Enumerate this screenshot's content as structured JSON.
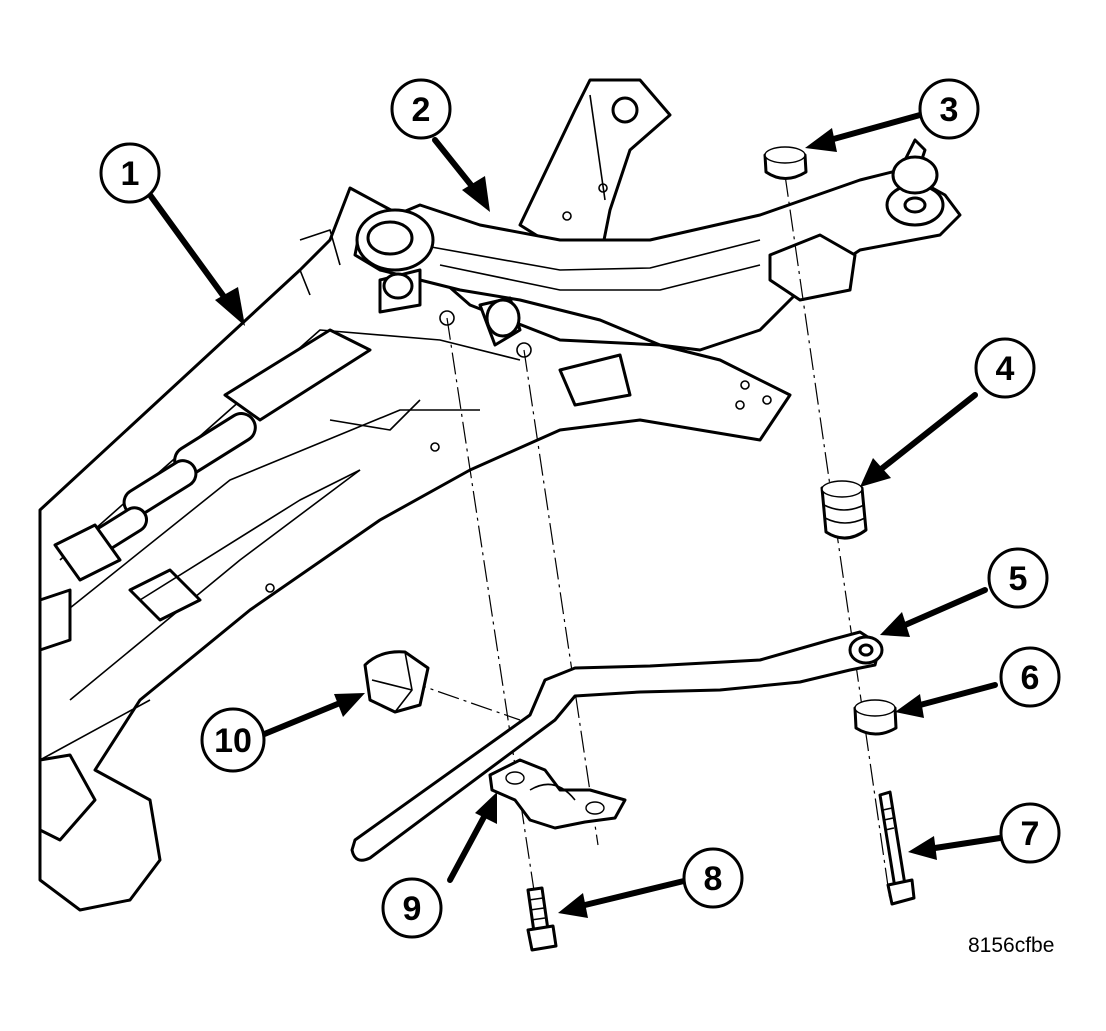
{
  "figure_id": "8156cfbe",
  "callouts": [
    {
      "label": "1"
    },
    {
      "label": "2"
    },
    {
      "label": "3"
    },
    {
      "label": "4"
    },
    {
      "label": "5"
    },
    {
      "label": "6"
    },
    {
      "label": "7"
    },
    {
      "label": "8"
    },
    {
      "label": "9"
    },
    {
      "label": "10"
    }
  ]
}
